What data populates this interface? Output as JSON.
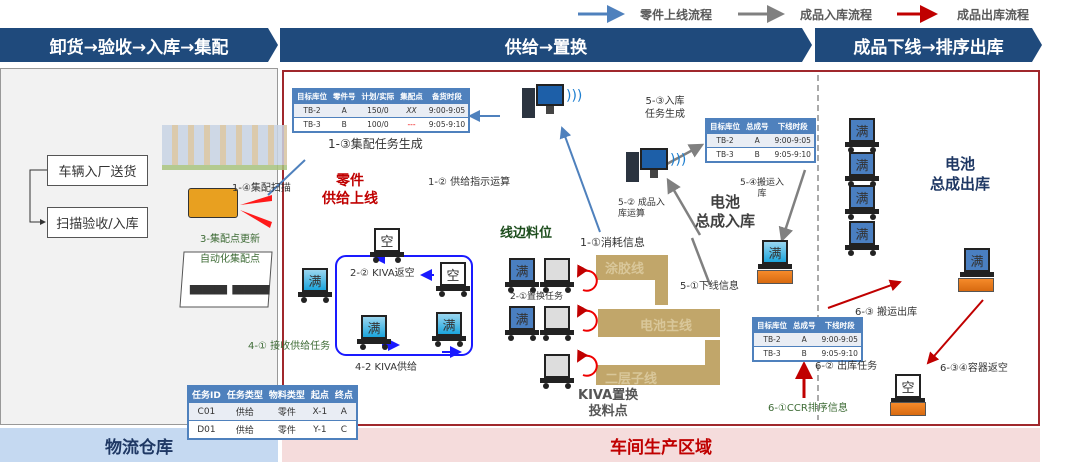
{
  "legend": [
    {
      "label": "零件上线流程",
      "color": "#4f81bd"
    },
    {
      "label": "成品入库流程",
      "color": "#808080"
    },
    {
      "label": "成品出库流程",
      "color": "#c00000"
    }
  ],
  "phases": [
    "卸货→验收→入库→集配",
    "供给→置换",
    "成品下线→排序出库"
  ],
  "zones": {
    "left": "物流仓库",
    "right": "车间生产区域"
  },
  "warehouse": {
    "step1": "车辆入厂送货",
    "step2": "扫描验收/入库",
    "scan": "1-④集配扫描",
    "update": "3-集配点更新",
    "auto_point": "自动化集配点"
  },
  "supply": {
    "title": "零件\n供给上线",
    "task_gen": "1-③集配任务生成",
    "calc": "1-② 供给指示运算",
    "consume": "1-①消耗信息",
    "kiva_return": "2-② KIVA返空",
    "kiva_supply": "4-2 KIVA供给",
    "receive": "4-① 接收供给任务",
    "line_side": "线边料位",
    "swap_task": "2-①置换任务",
    "swap_point": "KIVA置换\n投料点",
    "full": "满",
    "empty": "空",
    "lines": [
      "涂胶线",
      "电池主线",
      "二层子线"
    ]
  },
  "inbound": {
    "title": "电池\n总成入库",
    "task_gen": "5-③入库\n任务生成",
    "calc": "5-② 成品入\n库运算",
    "carry": "5-④搬运入\n库",
    "offline": "5-①下线信息"
  },
  "outbound": {
    "title": "电池\n总成出库",
    "carry": "6-③ 搬运出库",
    "task": "6-② 出库任务",
    "ccr": "6-①CCR排序信息",
    "return": "6-③④容器返空"
  },
  "table_supply": {
    "headers": [
      "目标库位",
      "零件号",
      "计划/实际",
      "集配点",
      "备货时段"
    ],
    "rows": [
      [
        "TB-2",
        "A",
        "150/0",
        "XX",
        "9:00-9:05"
      ],
      [
        "TB-3",
        "B",
        "100/0",
        "---",
        "9:05-9:10"
      ]
    ]
  },
  "table_inbound": {
    "headers": [
      "目标库位",
      "总成号",
      "下线时段"
    ],
    "rows": [
      [
        "TB-2",
        "A",
        "9:00-9:05"
      ],
      [
        "TB-3",
        "B",
        "9:05-9:10"
      ]
    ]
  },
  "table_outbound": {
    "headers": [
      "目标库位",
      "总成号",
      "下线时段"
    ],
    "rows": [
      [
        "TB-2",
        "A",
        "9:00-9:05"
      ],
      [
        "TB-3",
        "B",
        "9:05-9:10"
      ]
    ]
  },
  "table_tasks": {
    "headers": [
      "任务ID",
      "任务类型",
      "物料类型",
      "起点",
      "终点"
    ],
    "rows": [
      [
        "C01",
        "供给",
        "零件",
        "X-1",
        "A"
      ],
      [
        "D01",
        "供给",
        "零件",
        "Y-1",
        "C"
      ]
    ]
  }
}
